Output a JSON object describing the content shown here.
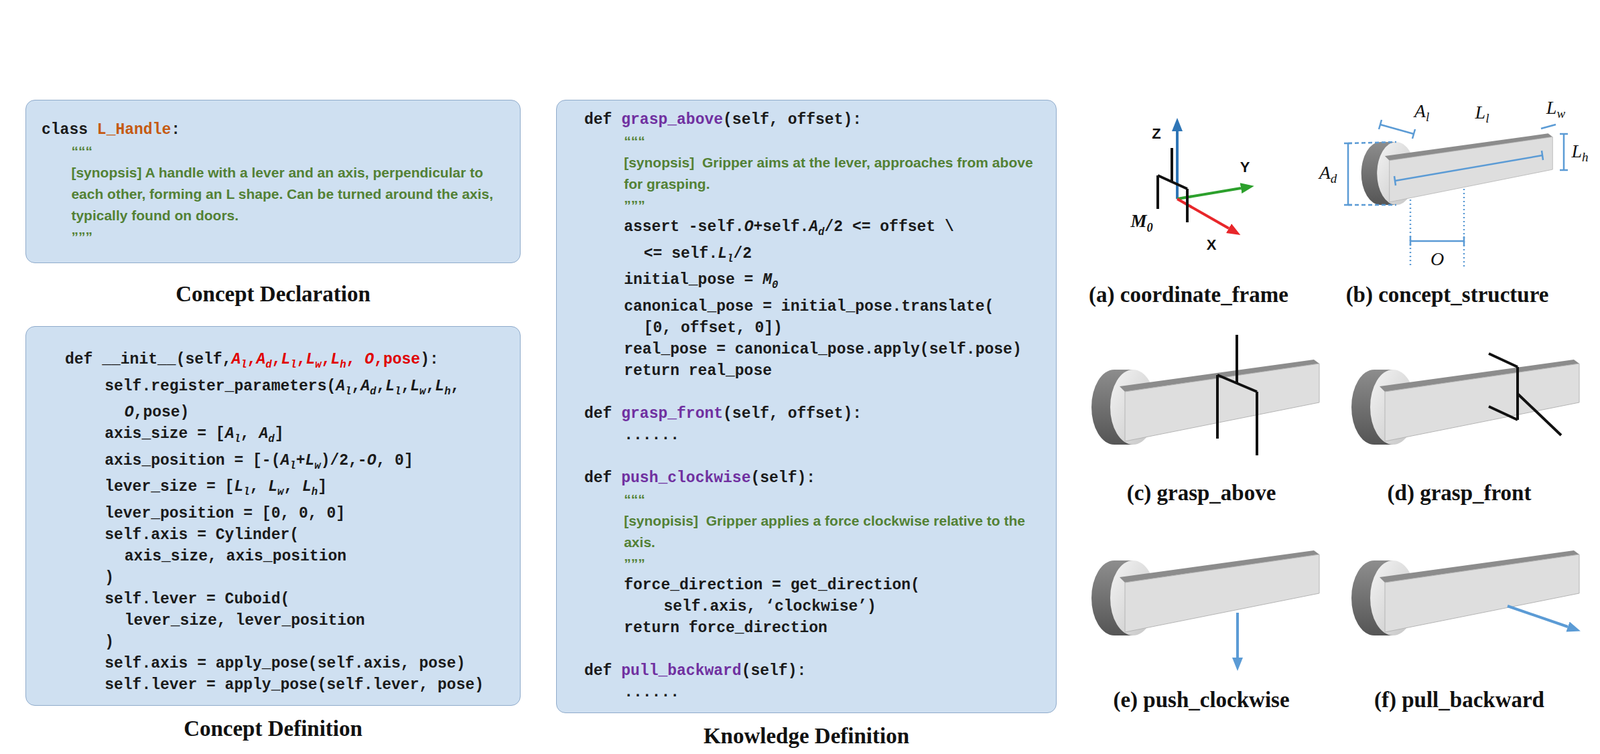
{
  "diagram": {
    "nodes": [
      {
        "text": [
          "class L_Handle:",
          "“““",
          "[synopsis] A handle with a lever and an axis, perpendicular to  each other, forming an L shape. Can be turned around the axis, typically found on doors.",
          "”””",
          "Concept Declaration"
        ]
      },
      {
        "text": [
          "def __init__(self,Al,Ad,Ll,Lw,Lh, O,pose):",
          "self.register_parameters(Al,Ad,Ll,Lw,Lh,",
          "O,pose)",
          "axis_size = [Al, Ad]",
          "axis_position = [-(Al+Lw)/2,-O, 0]",
          "lever_size = [Ll, Lw, Lh]",
          "lever_position = [0, 0, 0]",
          "self.axis = Cylinder(",
          "axis_size, axis_position",
          ")",
          "self.lever = Cuboid(",
          "lever_size, lever_position",
          ")",
          "self.axis = apply_pose(self.axis, pose)",
          "self.lever = apply_pose(self.lever, pose)",
          "Concept Definition"
        ]
      },
      {
        "text": [
          "def grasp_above(self, offset):",
          "“““",
          "[synopsis]  Gripper aims at the lever, approaches from above for grasping.",
          "”””",
          "assert -self.O+self.Ad/2 <= offset \\",
          "<= self.Ll/2",
          "initial_pose = M0",
          "canonical_pose = initial_pose.translate(",
          "[0, offset, 0])",
          "real_pose = canonical_pose.apply(self.pose)",
          "return real_pose",
          "def grasp_front(self, offset):",
          "......",
          "def push_clockwise(self):",
          "“““",
          "[synopisis]  Gripper applies a force clockwise relative to the axis.",
          "”””",
          "force_direction = get_direction(",
          "self.axis, ‘clockwise’)",
          "return force_direction",
          "def pull_backward(self):",
          "......",
          "Knowledge Definition"
        ]
      }
    ],
    "labels": [
      "(a) coordinate_frame",
      "(b) concept_structure",
      "(c) grasp_above",
      "(d) grasp_front",
      "(e) push_clockwise",
      "(f) pull_backward",
      "Z",
      "Y",
      "X",
      "M0",
      "Al",
      "Ll",
      "Lw",
      "Lh",
      "Ad",
      "O"
    ]
  }
}
